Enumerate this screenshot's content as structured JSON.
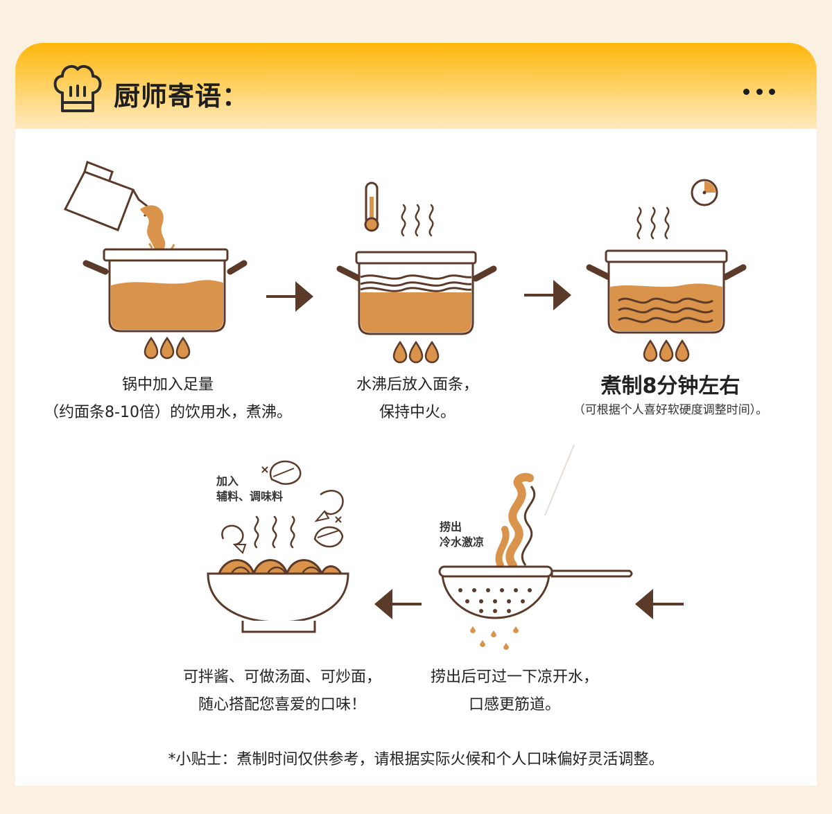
{
  "header": {
    "title": "厨师寄语：",
    "chef_icon": "chef-hat-icon",
    "more_icon": "more-dots-icon"
  },
  "steps": [
    {
      "line1": "锅中加入足量",
      "line2": "（约面条8-10倍）的饮用水，煮沸。"
    },
    {
      "line1": "水沸后放入面条，",
      "line2": "保持中火。"
    },
    {
      "line1": "煮制8分钟左右",
      "line2": "（可根据个人喜好软硬度调整时间）。"
    },
    {
      "line1": "捞出后可过一下凉开水，",
      "line2": "口感更筋道。",
      "tag1": "捞出",
      "tag2": "冷水激凉"
    },
    {
      "line1": "可拌酱、可做汤面、可炒面，",
      "line2": "随心搭配您喜爱的口味！",
      "tag1": "加入",
      "tag2": "辅料、调味料"
    }
  ],
  "tip": "*小贴士：煮制时间仅供参考，请根据实际火候和个人口味偏好灵活调整。",
  "colors": {
    "brown": "#5B3A29",
    "broth": "#D9934A",
    "header": "#FFB60A",
    "background": "#FBF1E3"
  }
}
